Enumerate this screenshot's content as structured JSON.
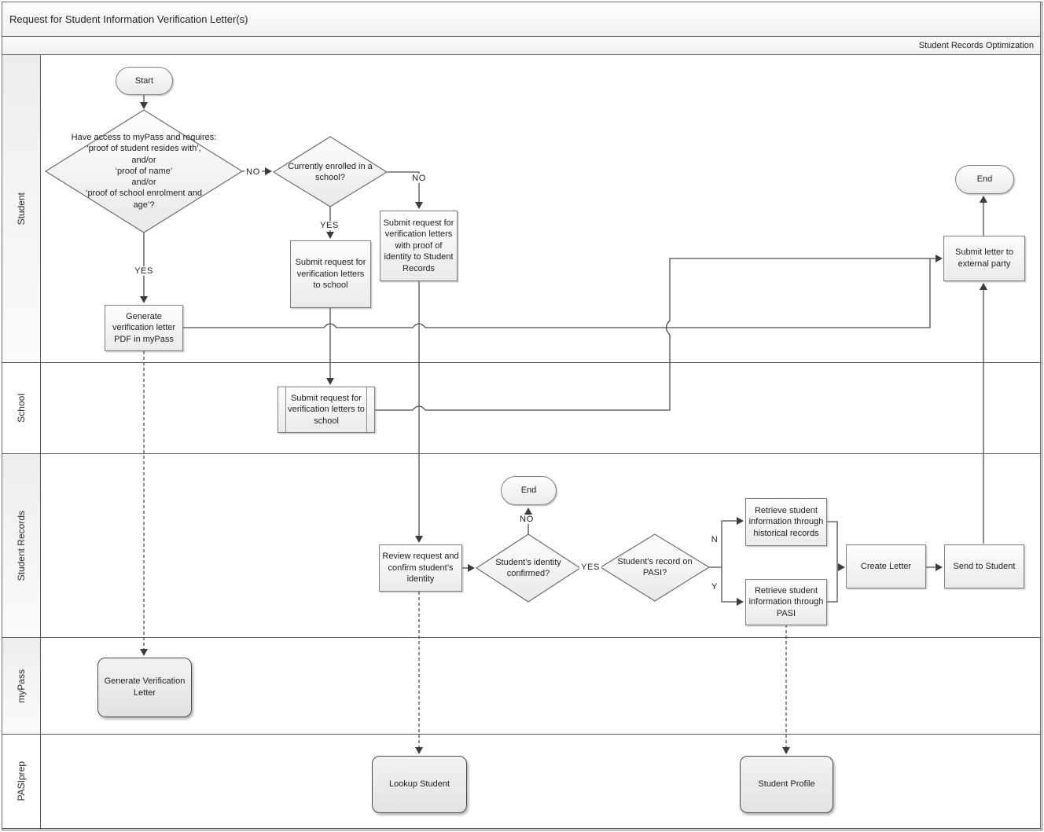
{
  "title": "Request for Student Information Verification Letter(s)",
  "subtitle": "Student Records Optimization",
  "lanes": [
    {
      "label": "Student"
    },
    {
      "label": "School"
    },
    {
      "label": "Student Records"
    },
    {
      "label": "myPass"
    },
    {
      "label": "PASIprep"
    }
  ],
  "nodes": {
    "start": "Start",
    "decision_access": "Have access to myPass and requires:\n‘proof of student resides with’,\nand/or\n‘proof of name’\nand/or\n‘proof of school enrolment and\nage’?",
    "decision_enrolled": "Currently enrolled in a school?",
    "submit_to_school_student": "Submit request for verification letters to school",
    "submit_to_records": "Submit request for verification letters with proof of identity to Student Records",
    "generate_pdf": "Generate verification letter PDF in myPass",
    "submit_external": "Submit letter to external party",
    "end_student": "End",
    "school_submit": "Submit request for verification letters to school",
    "review_request": "Review request and confirm student’s identity",
    "decision_identity": "Student’s identity confirmed?",
    "end_records": "End",
    "decision_pasi": "Student’s record on PASI?",
    "retrieve_historical": "Retrieve student information through historical records",
    "retrieve_pasi": "Retrieve student information through PASI",
    "create_letter": "Create Letter",
    "send_to_student": "Send to Student",
    "generate_letter": "Generate Verification Letter",
    "lookup_student": "Lookup Student",
    "student_profile": "Student Profile"
  },
  "edge_labels": {
    "yes_access": "YES",
    "no_access": "NO",
    "yes_enrolled": "YES",
    "no_enrolled": "NO",
    "no_identity": "NO",
    "yes_identity": "YES",
    "n_pasi": "N",
    "y_pasi": "Y"
  },
  "colors": {
    "line": "#4d4d4d",
    "node_border": "#7f7f7f",
    "lane_border": "#5a5a5a"
  }
}
